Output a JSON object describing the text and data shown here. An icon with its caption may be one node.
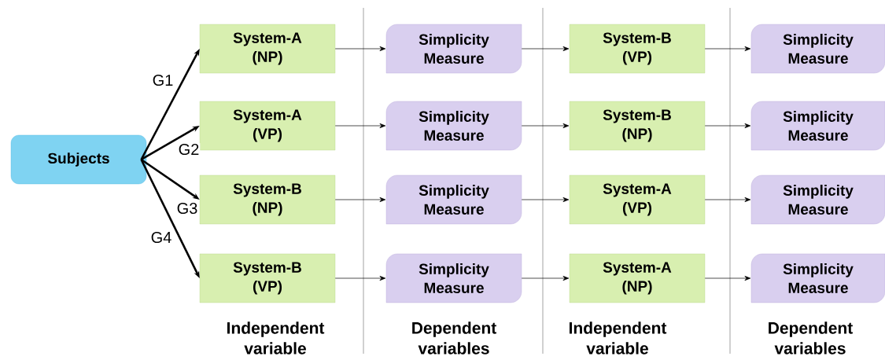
{
  "diagram": {
    "nodes": [
      {
        "text": [
          "Subjects"
        ]
      },
      {
        "text": [
          "System-A (NP)"
        ]
      },
      {
        "text": [
          "Simplicity Measure"
        ]
      },
      {
        "text": [
          "System-B (VP)"
        ]
      },
      {
        "text": [
          "Simplicity Measure"
        ]
      },
      {
        "text": [
          "System-A (VP)"
        ]
      },
      {
        "text": [
          "Simplicity Measure"
        ]
      },
      {
        "text": [
          "System-B (NP)"
        ]
      },
      {
        "text": [
          "Simplicity Measure"
        ]
      },
      {
        "text": [
          "System-B (NP)"
        ]
      },
      {
        "text": [
          "Simplicity Measure"
        ]
      },
      {
        "text": [
          "System-A (VP)"
        ]
      },
      {
        "text": [
          "Simplicity Measure"
        ]
      },
      {
        "text": [
          "System-B (VP)"
        ]
      },
      {
        "text": [
          "Simplicity Measure"
        ]
      },
      {
        "text": [
          "System-A (NP)"
        ]
      },
      {
        "text": [
          "Simplicity Measure"
        ]
      }
    ],
    "edges": [
      {
        "from": 0,
        "to": 1,
        "arrow": "to",
        "label": "G1",
        "style": "thick"
      },
      {
        "from": 0,
        "to": 5,
        "arrow": "to",
        "label": "G2",
        "style": "thick"
      },
      {
        "from": 0,
        "to": 9,
        "arrow": "to",
        "label": "G3",
        "style": "thick"
      },
      {
        "from": 0,
        "to": 13,
        "arrow": "to",
        "label": "G4",
        "style": "thick"
      },
      {
        "from": 1,
        "to": 2,
        "arrow": "to"
      },
      {
        "from": 2,
        "to": 3,
        "arrow": "to"
      },
      {
        "from": 3,
        "to": 4,
        "arrow": "to"
      },
      {
        "from": 5,
        "to": 6,
        "arrow": "to"
      },
      {
        "from": 6,
        "to": 7,
        "arrow": "to"
      },
      {
        "from": 7,
        "to": 8,
        "arrow": "to"
      },
      {
        "from": 9,
        "to": 10,
        "arrow": "to"
      },
      {
        "from": 10,
        "to": 11,
        "arrow": "to"
      },
      {
        "from": 11,
        "to": 12,
        "arrow": "to"
      },
      {
        "from": 13,
        "to": 14,
        "arrow": "to"
      },
      {
        "from": 14,
        "to": 15,
        "arrow": "to"
      },
      {
        "from": 15,
        "to": 16,
        "arrow": "to"
      }
    ],
    "labels": [
      "Independent variable",
      "Dependent variables",
      "Independent variable",
      "Dependent variables"
    ]
  }
}
